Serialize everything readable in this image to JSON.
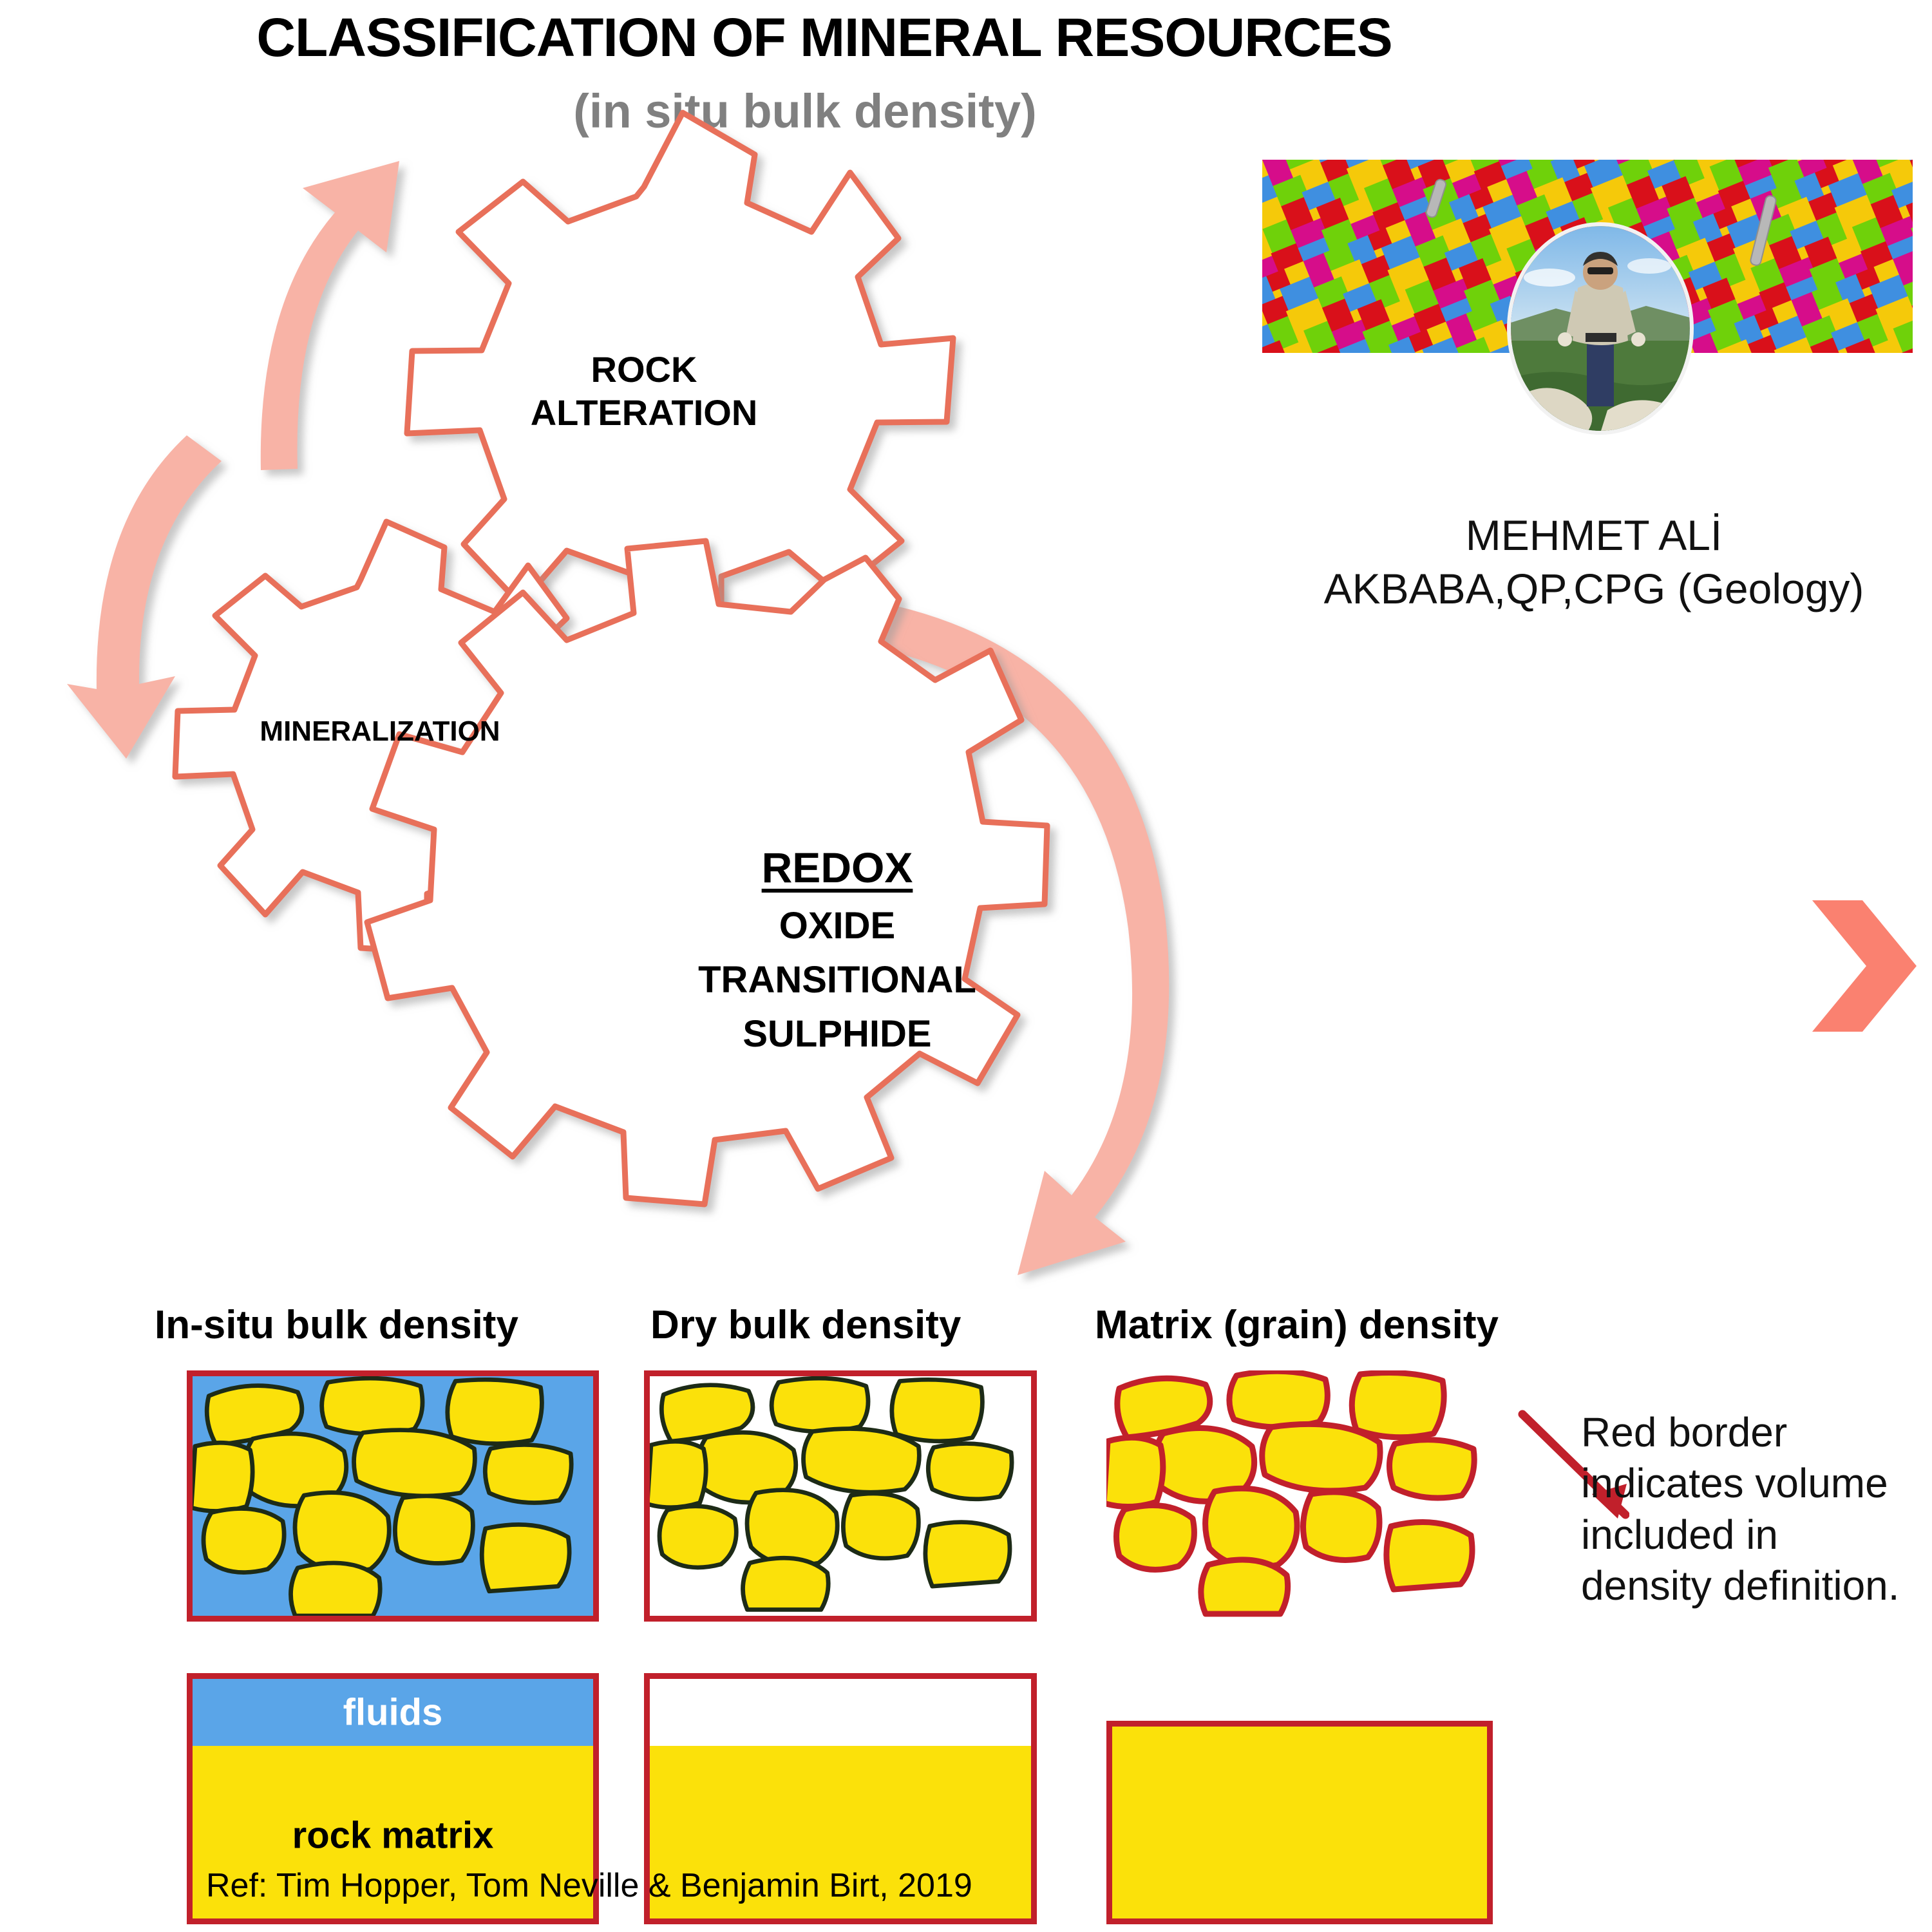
{
  "title": "CLASSIFICATION OF MINERAL RESOURCES",
  "subtitle": "(in situ bulk density)",
  "author": {
    "line1": "MEHMET ALİ",
    "line2": "AKBABA,QP,CPG (Geology)"
  },
  "gears": [
    {
      "id": "rock-alteration",
      "label": "ROCK\nALTERATION"
    },
    {
      "id": "mineralization",
      "label": "MINERALIZATION"
    },
    {
      "id": "redox",
      "heading": "REDOX",
      "items": [
        "OXIDE",
        "TRANSITIONAL",
        "SULPHIDE"
      ]
    }
  ],
  "gear_text": {
    "rock_alteration_line1": "ROCK",
    "rock_alteration_line2": "ALTERATION",
    "mineralization": "MINERALIZATION",
    "redox_heading": "REDOX",
    "redox_1": "OXIDE",
    "redox_2": "TRANSITIONAL",
    "redox_3": "SULPHIDE"
  },
  "density": {
    "columns": [
      {
        "heading": "In-situ bulk density",
        "grain_fill": "#fbe10a",
        "pore_fill": "#5aa5e8",
        "grain_outline": "#1a1a1a",
        "box_border": "#c1202b"
      },
      {
        "heading": "Dry bulk density",
        "grain_fill": "#fbe10a",
        "pore_fill": "#ffffff",
        "grain_outline": "#1a1a1a",
        "box_border": "#c1202b"
      },
      {
        "heading": "Matrix (grain) density",
        "grain_fill": "#fbe10a",
        "pore_fill": "#ffffff",
        "grain_outline": "#c1202b",
        "box_border": "none"
      }
    ],
    "bar_labels": {
      "fluids": "fluids",
      "rock_matrix": "rock matrix"
    }
  },
  "annotation": "Red border indicates volume included in density definition.",
  "reference": "Ref: Tim Hopper, Tom Neville & Benjamin Birt, 2019",
  "colors": {
    "gear_outline": "#e8705a",
    "arrow_fill": "#f8b3a6",
    "chevron": "#fa8170",
    "grain_yellow": "#fbe10a",
    "fluid_blue": "#5aa5e8",
    "red_border": "#c1202b",
    "subtitle_gray": "#808080",
    "annotation_arrow": "#c1202b"
  },
  "icons": {
    "chevron_right": "chevron-right-icon",
    "annotation_arrow": "arrow-up-left-icon",
    "avatar": "avatar-photo",
    "banner": "geology-map-banner"
  }
}
